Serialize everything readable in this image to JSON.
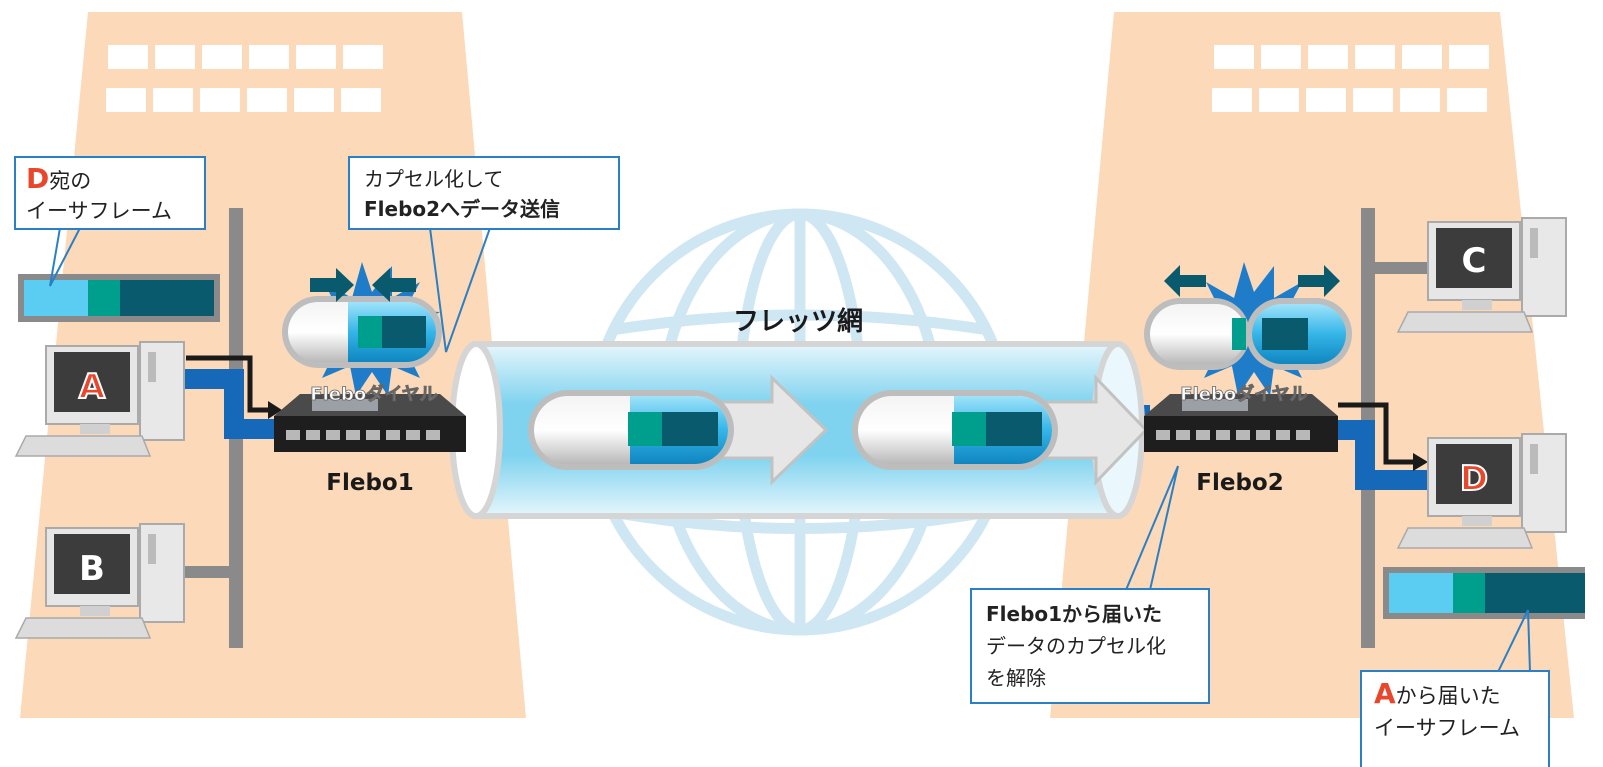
{
  "colors": {
    "building": "#fcd9b8",
    "window": "#ffffff",
    "pole": "#8a8a8a",
    "cable": "#1668b8",
    "frame_light": "#5ccdf2",
    "frame_teal": "#009e8c",
    "frame_dark": "#0a5a6e",
    "callout_border": "#2b7fc4",
    "accent_red": "#e8472b",
    "globe_line": "#cfe6f3",
    "tunnel": "#dff3fb"
  },
  "network": {
    "label": "フレッツ網",
    "icon": "globe-icon"
  },
  "devices": {
    "flebo1": {
      "label": "Flebo1",
      "dial_label": "Fleboダイヤル"
    },
    "flebo2": {
      "label": "Flebo2",
      "dial_label": "Fleboダイヤル"
    }
  },
  "computers": {
    "a": "A",
    "b": "B",
    "c": "C",
    "d": "D"
  },
  "callouts": {
    "frame_to_d": {
      "letter": "D",
      "line1_rest": "宛の",
      "line2": "イーサフレーム"
    },
    "encapsulate": {
      "line1": "カプセル化して",
      "line2": "Flebo2へデータ送信"
    },
    "decapsulate": {
      "line1": "Flebo1から届いた",
      "line2": "データのカプセル化",
      "line3": "を解除"
    },
    "frame_from_a": {
      "letter": "A",
      "line1_rest": "から届いた",
      "line2": "イーサフレーム"
    }
  }
}
